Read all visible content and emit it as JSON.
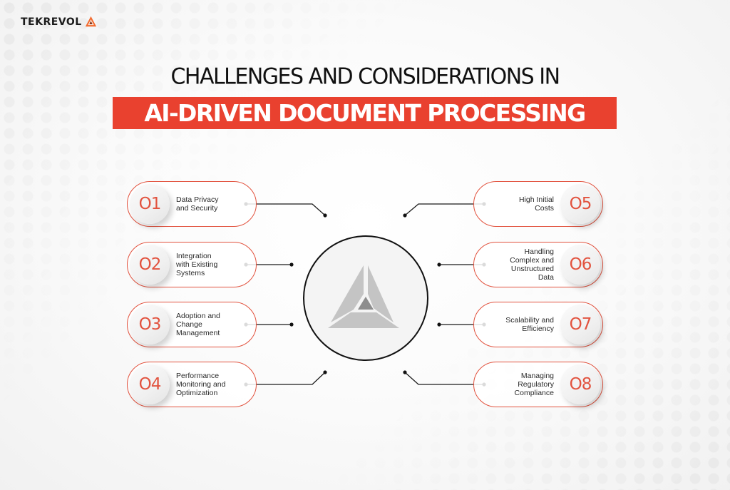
{
  "brand": {
    "logo_text": "TEKREVOL",
    "logo_icon": "triangle-logo-icon",
    "accent_color": "#e9412f"
  },
  "title": {
    "line1": "CHALLENGES AND CONSIDERATIONS IN",
    "line2": "AI-DRIVEN DOCUMENT PROCESSING"
  },
  "center": {
    "icon": "triangle-emblem-icon"
  },
  "items": [
    {
      "number": "O1",
      "label": "Data Privacy\nand Security",
      "side": "left"
    },
    {
      "number": "O2",
      "label": "Integration\nwith Existing\nSystems",
      "side": "left"
    },
    {
      "number": "O3",
      "label": "Adoption and\nChange\nManagement",
      "side": "left"
    },
    {
      "number": "O4",
      "label": "Performance\nMonitoring and\nOptimization",
      "side": "left"
    },
    {
      "number": "O5",
      "label": "High Initial\nCosts",
      "side": "right"
    },
    {
      "number": "O6",
      "label": "Handling\nComplex and\nUnstructured\nData",
      "side": "right"
    },
    {
      "number": "O7",
      "label": "Scalability and\nEfficiency",
      "side": "right"
    },
    {
      "number": "O8",
      "label": "Managing\nRegulatory\nCompliance",
      "side": "right"
    }
  ],
  "colors": {
    "pill_border": "#e2533f",
    "number": "#e2533f",
    "banner": "#e9412f",
    "connector": "#1a1a1a"
  }
}
